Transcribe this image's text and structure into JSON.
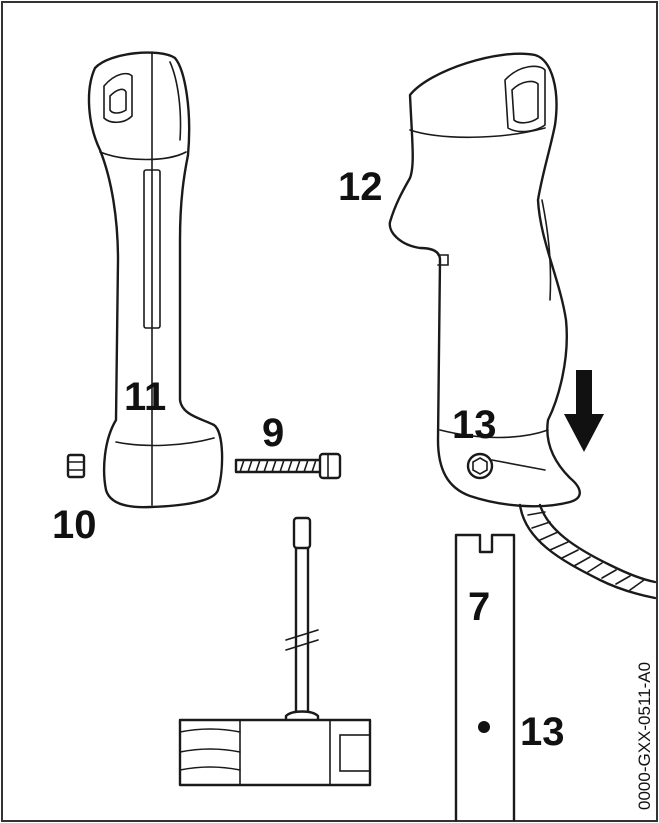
{
  "figure": {
    "code": "0000-GXX-0511-A0",
    "labels": {
      "part_7": "7",
      "part_9": "9",
      "part_10": "10",
      "part_11": "11",
      "part_12": "12",
      "part_13_upper": "13",
      "part_13_lower": "13"
    },
    "arrow_direction": "down",
    "colors": {
      "line": "#1a1a1a",
      "background": "#ffffff"
    }
  }
}
